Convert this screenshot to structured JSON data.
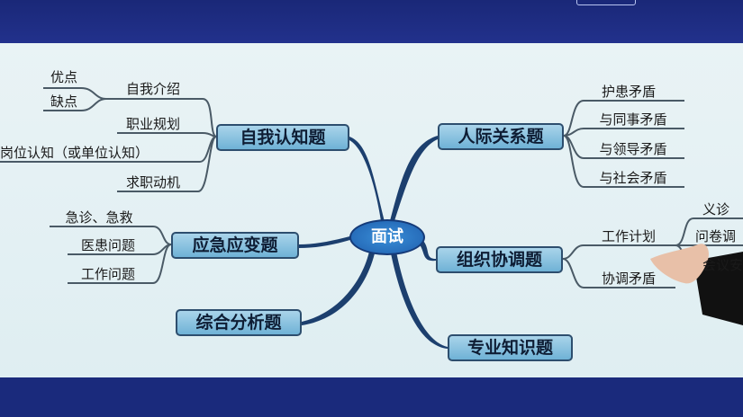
{
  "center": "面试",
  "branches": {
    "self": {
      "label": "自我认知题",
      "children": [
        "自我介绍",
        "职业规划",
        "岗位认知（或单位认知）",
        "求职动机"
      ],
      "intro_children": [
        "优点",
        "缺点"
      ]
    },
    "emergency": {
      "label": "应急应变题",
      "children": [
        "急诊、急救",
        "医患问题",
        "工作问题"
      ]
    },
    "analysis": {
      "label": "综合分析题"
    },
    "relations": {
      "label": "人际关系题",
      "children": [
        "护患矛盾",
        "与同事矛盾",
        "与领导矛盾",
        "与社会矛盾"
      ]
    },
    "coord": {
      "label": "组织协调题",
      "children": [
        "工作计划",
        "协调矛盾"
      ],
      "plan_children": [
        "义诊",
        "问卷调",
        "会议安"
      ]
    },
    "knowledge": {
      "label": "专业知识题"
    }
  },
  "colors": {
    "node": "#6fb2d6",
    "center": "#1f5fae",
    "branch": "#1c3f6e",
    "bar": "#1c2a80"
  }
}
